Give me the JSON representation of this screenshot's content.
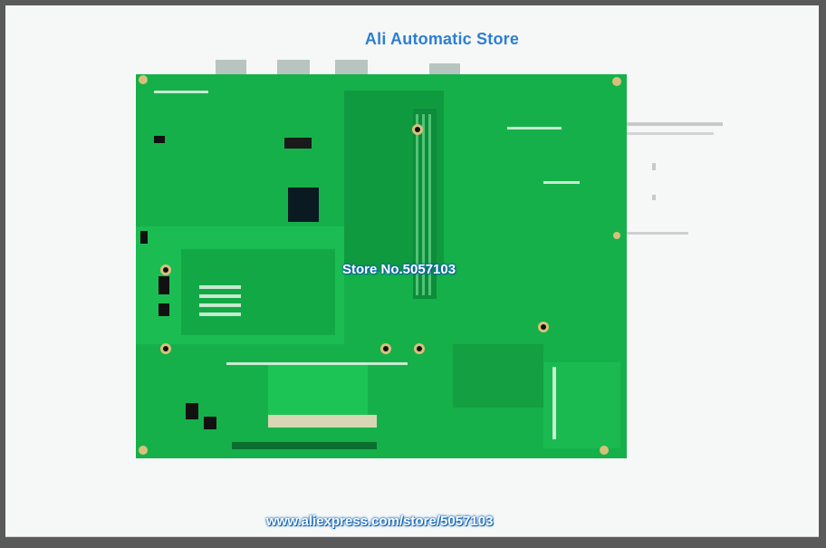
{
  "header": {
    "store_title": "Ali Automatic Store"
  },
  "watermark": {
    "store_number": "Store No.5057103"
  },
  "footer": {
    "url": "www.aliexpress.com/store/5057103"
  },
  "colors": {
    "pcb_base": "#16b04a",
    "pcb_trace": "#1fcf5c",
    "pcb_dark": "#0b7a34",
    "title_blue": "#2c7fd0",
    "watermark_outline": "#0a5fb0"
  },
  "image": {
    "subject": "pcb-circuit-board-photo"
  }
}
